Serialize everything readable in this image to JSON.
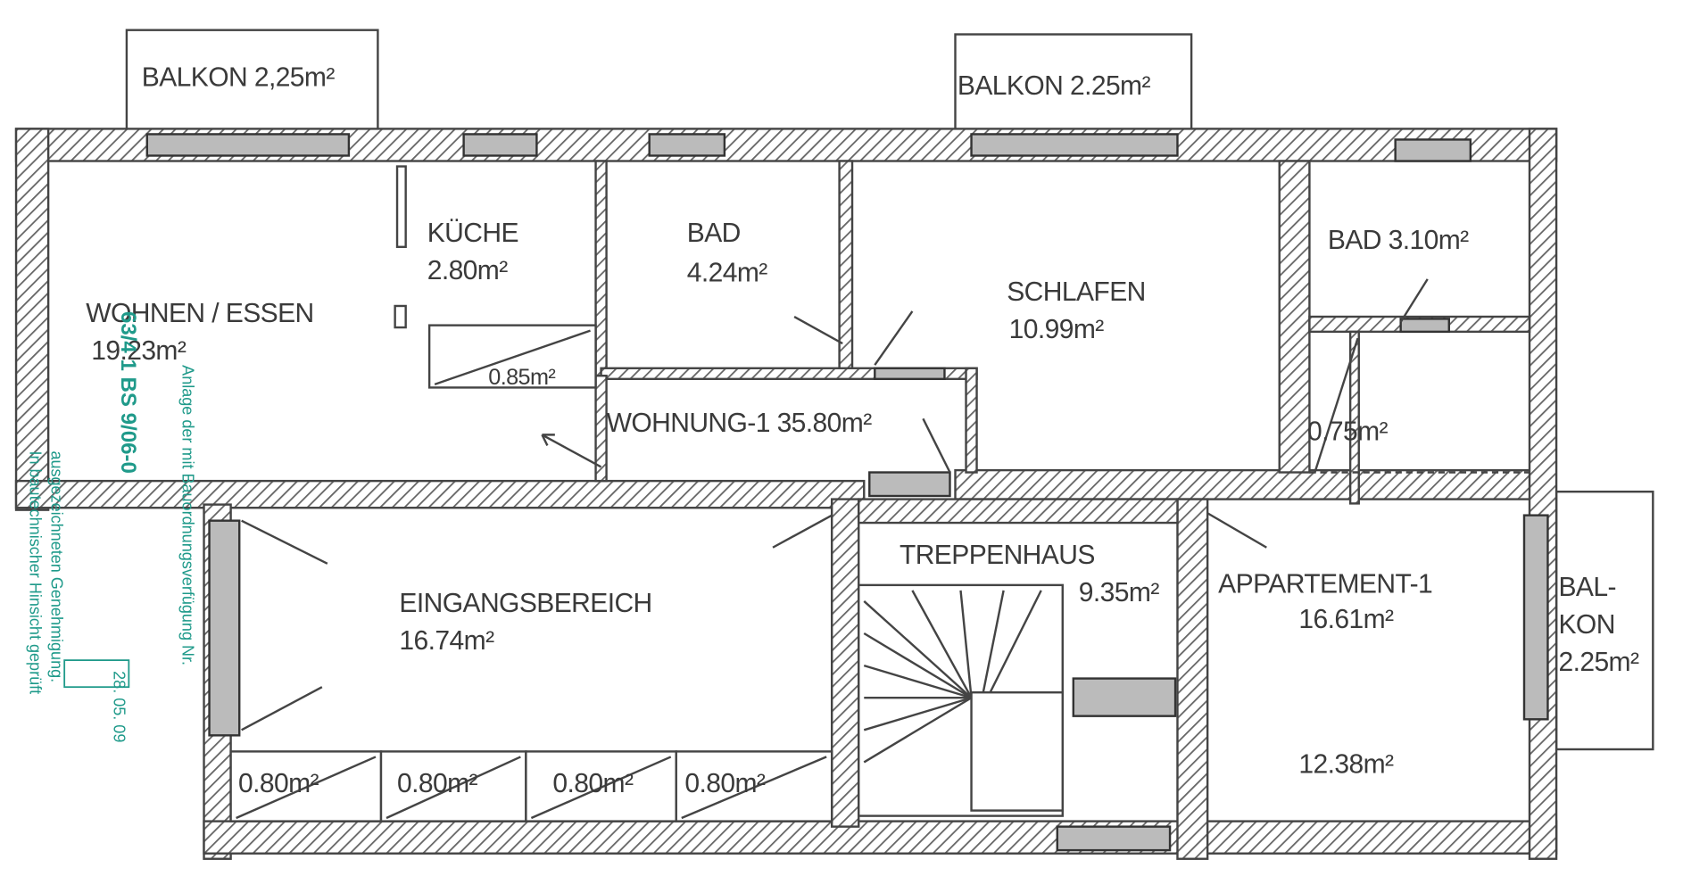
{
  "plan": {
    "rooms": {
      "balkon_1": "BALKON 2,25m²",
      "balkon_2": "BALKON 2.25m²",
      "balkon_3_line1": "BAL-",
      "balkon_3_line2": "KON",
      "balkon_3_area": "2.25m²",
      "wohnen_name": "WOHNEN / ESSEN",
      "wohnen_area": "19.23m²",
      "kueche_name": "KÜCHE",
      "kueche_area": "2.80m²",
      "abstell_area": "0.85m²",
      "bad1_name": "BAD",
      "bad1_area": "4.24m²",
      "schlafen_name": "SCHLAFEN",
      "schlafen_area": "10.99m²",
      "bad2": "BAD 3.10m²",
      "small_room_area": "0.75m²",
      "wohnung": "WOHNUNG-1  35.80m²",
      "eingang_name": "EINGANGSBEREICH",
      "eingang_area": "16.74m²",
      "treppenhaus_name": "TREPPENHAUS",
      "treppenhaus_area": "9.35m²",
      "appartement_name": "APPARTEMENT-1",
      "appartement_area": "16.61m²",
      "appartement_sub_area": "12.38m²",
      "storage": [
        "0.80m²",
        "0.80m²",
        "0.80m²",
        "0.80m²"
      ]
    },
    "stamp": {
      "line1": "Anlage der mit Bauordnungsverfügung Nr.",
      "line2": "63/4 1 BS 9/06-0",
      "line3": "ausgezeichneten Genehmigung.",
      "line4": "In bautechnischer Hinsicht geprüft",
      "date": "28. 05. 09",
      "color": "#1f9a8a"
    }
  }
}
